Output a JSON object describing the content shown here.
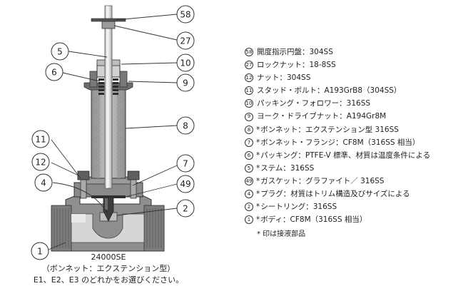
{
  "callouts": [
    "58",
    "27",
    "5",
    "10",
    "6",
    "9",
    "8",
    "11",
    "12",
    "7",
    "4",
    "49",
    "2",
    "1"
  ],
  "caption": {
    "model": "24000SE",
    "type": "（ボンネット：エクステンション型）",
    "options": "E1、E2、E3 のどれかをお選びください。"
  },
  "parts": [
    {
      "num": "58",
      "star": "",
      "text": "開度指示円盤：304SS"
    },
    {
      "num": "27",
      "star": "",
      "text": "ロックナット：18-8SS"
    },
    {
      "num": "12",
      "star": "",
      "text": "ナット：304SS"
    },
    {
      "num": "11",
      "star": "",
      "text": "スタッド・ボルト：A193GrB8（304SS）"
    },
    {
      "num": "10",
      "star": "",
      "text": "パッキング・フォロワー：316SS"
    },
    {
      "num": "9",
      "star": "",
      "text": "ヨーク・ドライブナット：A194Gr8M"
    },
    {
      "num": "8",
      "star": "*",
      "text": "ボンネット：エクステンション型 316SS"
    },
    {
      "num": "7",
      "star": "*",
      "text": "ボンネット・フランジ：CF8M（316SS 相当）"
    },
    {
      "num": "6",
      "star": "*",
      "text": "パッキング：PTFE-V 標準、材質は温度条件による"
    },
    {
      "num": "5",
      "star": "*",
      "text": "ステム：316SS"
    },
    {
      "num": "49",
      "star": "*",
      "text": "ガスケット：グラファイト／ 316SS"
    },
    {
      "num": "4",
      "star": "*",
      "text": "プラグ：材質はトリム構造及びサイズによる"
    },
    {
      "num": "2",
      "star": "*",
      "text": "シートリング：316SS"
    },
    {
      "num": "1",
      "star": "*",
      "text": "ボディ：CF8M（316SS 相当）"
    }
  ],
  "note": "* 印は接液部品"
}
